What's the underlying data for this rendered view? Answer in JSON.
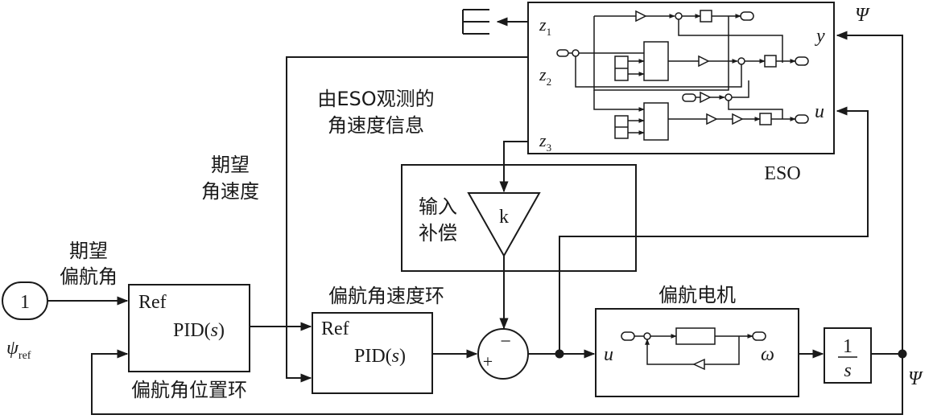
{
  "input_block": {
    "value": "1",
    "symbol": "ψ",
    "subscript": "ref"
  },
  "labels": {
    "desired_yaw_angle": [
      "期望",
      "偏航角"
    ],
    "desired_angular_velocity": [
      "期望",
      "角速度"
    ],
    "eso_observed": [
      "由ESO观测的",
      "角速度信息"
    ],
    "input_compensation": [
      "输入",
      "补偿"
    ],
    "yaw_rate_loop": "偏航角速度环",
    "yaw_position_loop": "偏航角位置环",
    "yaw_motor": "偏航电机",
    "eso": "ESO"
  },
  "pid_position": {
    "ref": "Ref",
    "pid_prefix": "PID(",
    "pid_var": "s",
    "pid_suffix": ")"
  },
  "pid_rate": {
    "ref": "Ref",
    "pid_prefix": "PID(",
    "pid_var": "s",
    "pid_suffix": ")"
  },
  "gain": {
    "k": "k"
  },
  "sum": {
    "plus": "+",
    "minus": "−"
  },
  "motor": {
    "input": "u",
    "output": "ω"
  },
  "integrator": {
    "numerator": "1",
    "denominator": "s"
  },
  "eso_ports": {
    "z1": "z",
    "z2": "z",
    "z3": "z",
    "s1": "1",
    "s2": "2",
    "s3": "3",
    "y": "y",
    "u": "u"
  },
  "signals": {
    "psi_top": "Ψ",
    "psi_right": "Ψ"
  }
}
